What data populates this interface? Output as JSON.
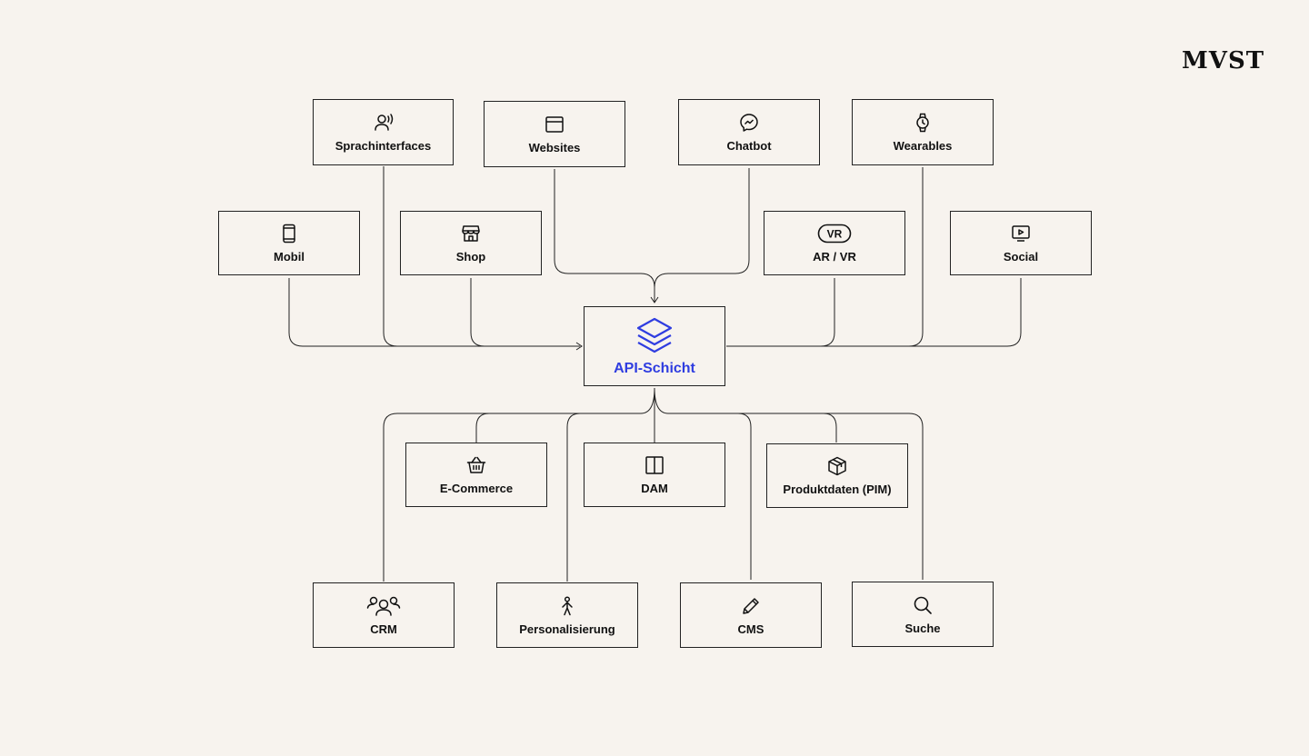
{
  "brand": {
    "logo": "MVST"
  },
  "diagram": {
    "center": {
      "label": "API-Schicht",
      "icon": "layers-icon",
      "color": "#2f3de0"
    },
    "channels": [
      {
        "label": "Sprachinterfaces",
        "icon": "voice-user-icon"
      },
      {
        "label": "Websites",
        "icon": "browser-window-icon"
      },
      {
        "label": "Chatbot",
        "icon": "messenger-icon"
      },
      {
        "label": "Wearables",
        "icon": "watch-icon"
      },
      {
        "label": "Mobil",
        "icon": "smartphone-icon"
      },
      {
        "label": "Shop",
        "icon": "storefront-icon"
      },
      {
        "label": "AR / VR",
        "icon": "vr-icon"
      },
      {
        "label": "Social",
        "icon": "video-screen-icon"
      }
    ],
    "services": [
      {
        "label": "E-Commerce",
        "icon": "basket-icon"
      },
      {
        "label": "DAM",
        "icon": "columns-icon"
      },
      {
        "label": "Produktdaten (PIM)",
        "icon": "package-icon"
      },
      {
        "label": "CRM",
        "icon": "users-icon"
      },
      {
        "label": "Personalisierung",
        "icon": "person-icon"
      },
      {
        "label": "CMS",
        "icon": "pencil-icon"
      },
      {
        "label": "Suche",
        "icon": "search-icon"
      }
    ]
  }
}
